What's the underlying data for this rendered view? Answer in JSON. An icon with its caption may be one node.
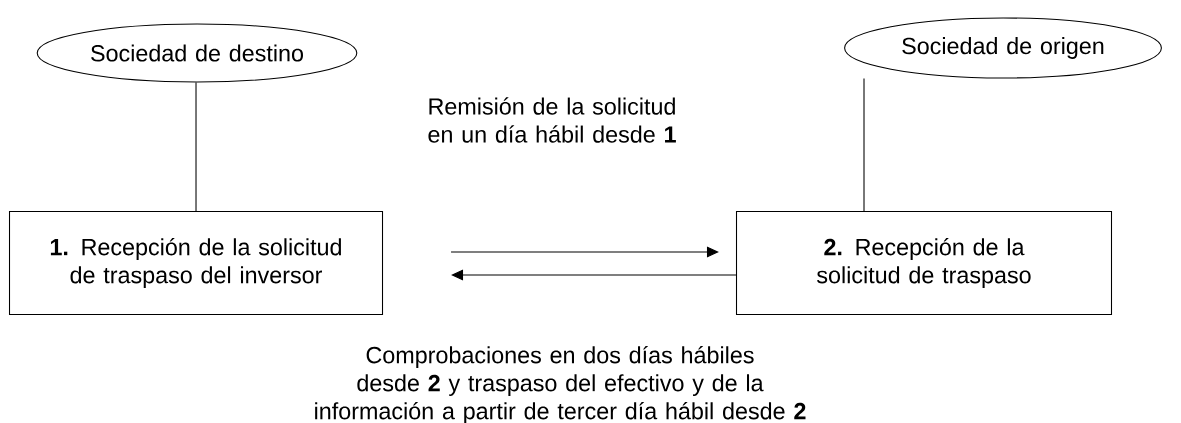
{
  "diagram": {
    "nodes": [
      {
        "text": [
          "Sociedad de destino"
        ]
      },
      {
        "text": [
          "Sociedad de origen"
        ]
      },
      {
        "text": [
          "**1.** Recepción de la solicitud de traspaso del inversor"
        ]
      },
      {
        "text": [
          "**2.** Recepción de la solicitud de traspaso"
        ]
      }
    ],
    "edges": [
      {
        "from": 0,
        "to": 2,
        "arrow": "none"
      },
      {
        "from": 1,
        "to": 3,
        "arrow": "none"
      },
      {
        "from": 2,
        "to": 3,
        "arrow": "to",
        "label": "Remisión de la solicitud en un día hábil desde **1**"
      },
      {
        "from": 3,
        "to": 2,
        "arrow": "to",
        "label": "Comprobaciones en dos días hábiles desde **2** y traspaso del efectivo y de la información a partir de tercer día hábil desde **2**"
      }
    ]
  }
}
